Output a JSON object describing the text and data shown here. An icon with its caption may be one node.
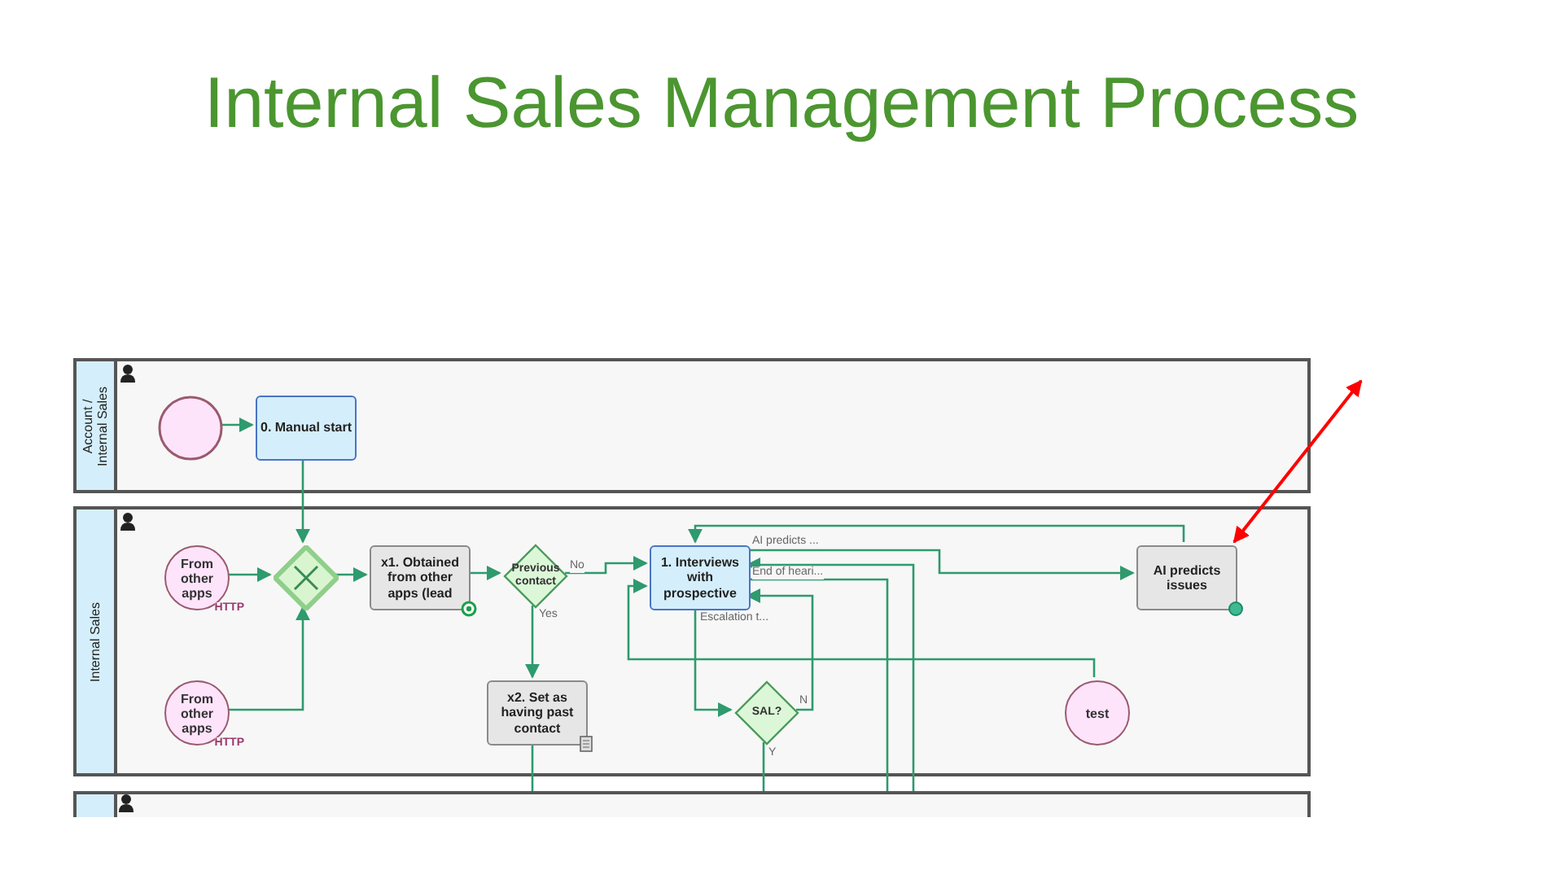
{
  "diagram": {
    "title": "Internal Sales Management Process",
    "nodes": [
      {
        "text": [
          "Account / Internal Sales"
        ]
      },
      {
        "text": [],
        "shape": "circle",
        "in": 0
      },
      {
        "text": [
          "0. Manual start"
        ],
        "in": 0
      },
      {
        "text": [
          "Internal Sales"
        ]
      },
      {
        "text": [
          "From other apps",
          "HTTP"
        ],
        "in": 3
      },
      {
        "text": [
          "From other apps",
          "HTTP"
        ],
        "in": 3
      },
      {
        "text": [],
        "shape": "diamond",
        "in": 3
      },
      {
        "text": [
          "x1. Obtained from other apps (lead"
        ],
        "in": 3
      },
      {
        "text": [
          "Previous contact"
        ],
        "in": 3
      },
      {
        "text": [
          "1. Interviews with prospective"
        ],
        "in": 3
      },
      {
        "text": [
          "AI predicts issues"
        ],
        "in": 3
      },
      {
        "text": [
          "x2. Set as having past contact"
        ],
        "in": 3
      },
      {
        "text": [
          "SAL?"
        ],
        "in": 3
      },
      {
        "text": [
          "test"
        ],
        "in": 3
      },
      {
        "text": [],
        "shape": "box"
      }
    ],
    "edges": [
      {
        "from": 1,
        "to": 2,
        "arrow": "to"
      },
      {
        "from": 2,
        "to": 6,
        "arrow": "to"
      },
      {
        "from": 4,
        "to": 6,
        "arrow": "to"
      },
      {
        "from": 5,
        "to": 6,
        "arrow": "to"
      },
      {
        "from": 6,
        "to": 7,
        "arrow": "to"
      },
      {
        "from": 7,
        "to": 8,
        "arrow": "to"
      },
      {
        "from": 8,
        "to": 9,
        "arrow": "to",
        "label": "No"
      },
      {
        "from": 8,
        "to": 11,
        "arrow": "to",
        "label": "Yes"
      },
      {
        "from": 9,
        "to": 10,
        "arrow": "to",
        "label": "AI predicts ..."
      },
      {
        "from": 10,
        "to": 9,
        "arrow": "to"
      },
      {
        "from": 9,
        "to": 12,
        "arrow": "to",
        "label": "Escalation t..."
      },
      {
        "from": 12,
        "to": 9,
        "arrow": "to",
        "label": "N"
      },
      {
        "from": 13,
        "to": 9,
        "arrow": "to"
      },
      {
        "from": 9,
        "to": 14,
        "arrow": "none",
        "label": "End of heari..."
      },
      {
        "from": 14,
        "to": 9,
        "arrow": "to"
      },
      {
        "from": 11,
        "to": 14,
        "arrow": "none"
      },
      {
        "from": 12,
        "to": 14,
        "arrow": "none",
        "label": "Y"
      },
      {
        "from": null,
        "to": 10,
        "arrow": "both",
        "color": "#ff0000"
      }
    ]
  }
}
